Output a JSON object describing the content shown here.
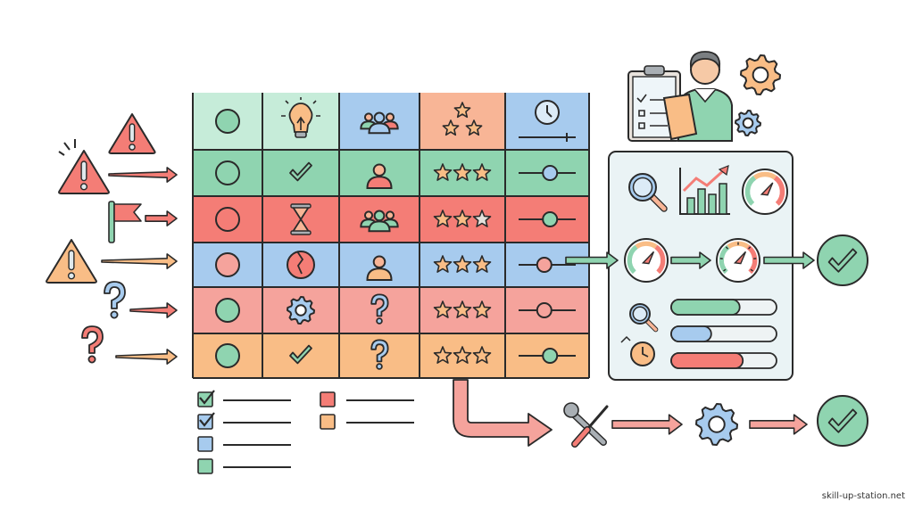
{
  "watermark": "skill-up-station.net",
  "colors": {
    "outline": "#2a2a2a",
    "green_light": "#c6ecd9",
    "green": "#8fd4b0",
    "red": "#f47d76",
    "blue": "#a7cbee",
    "pink": "#f5a39c",
    "orange": "#f9bd86",
    "peach": "#f8b596",
    "panel_bg": "#eaf3f5",
    "gray": "#a9afb4"
  },
  "table": {
    "header_row": {
      "cells": [
        "status-circle",
        "lightbulb-icon",
        "group-icon",
        "stars-rating",
        "clock-slider"
      ],
      "colors": [
        "green_light",
        "green_light",
        "blue",
        "peach",
        "blue"
      ]
    },
    "rows": [
      {
        "bg": "green",
        "status_fill": "green",
        "icon": "check-icon",
        "person": "person-icon",
        "stars": 3,
        "slider": 0.55,
        "knob": "blue"
      },
      {
        "bg": "red",
        "status_fill": "red",
        "icon": "hourglass-icon",
        "person": "group-icon",
        "stars": 2,
        "slider": 0.55,
        "knob": "green"
      },
      {
        "bg": "blue",
        "status_fill": "pink",
        "icon": "broken-clock-icon",
        "person": "person-icon",
        "stars": 3,
        "slider": 0.45,
        "knob": "pink"
      },
      {
        "bg": "pink",
        "status_fill": "green",
        "icon": "gear-icon",
        "person": "question-icon",
        "stars": 3,
        "slider": 0.45,
        "knob": "pink"
      },
      {
        "bg": "orange",
        "status_fill": "green",
        "icon": "check-icon",
        "person": "question-icon",
        "stars": 3,
        "slider": 0.55,
        "knob": "green"
      }
    ]
  },
  "inputs": [
    "warning-icon",
    "warning-icon",
    "flag-icon",
    "warning-icon",
    "question-icon",
    "question-icon"
  ],
  "legend": {
    "left": [
      "checked-green",
      "checked-blue",
      "blue",
      "green"
    ],
    "right": [
      "red",
      "orange"
    ]
  },
  "panel": {
    "progress": [
      0.65,
      0.38,
      0.68
    ],
    "progress_colors": [
      "green",
      "blue",
      "red"
    ]
  }
}
